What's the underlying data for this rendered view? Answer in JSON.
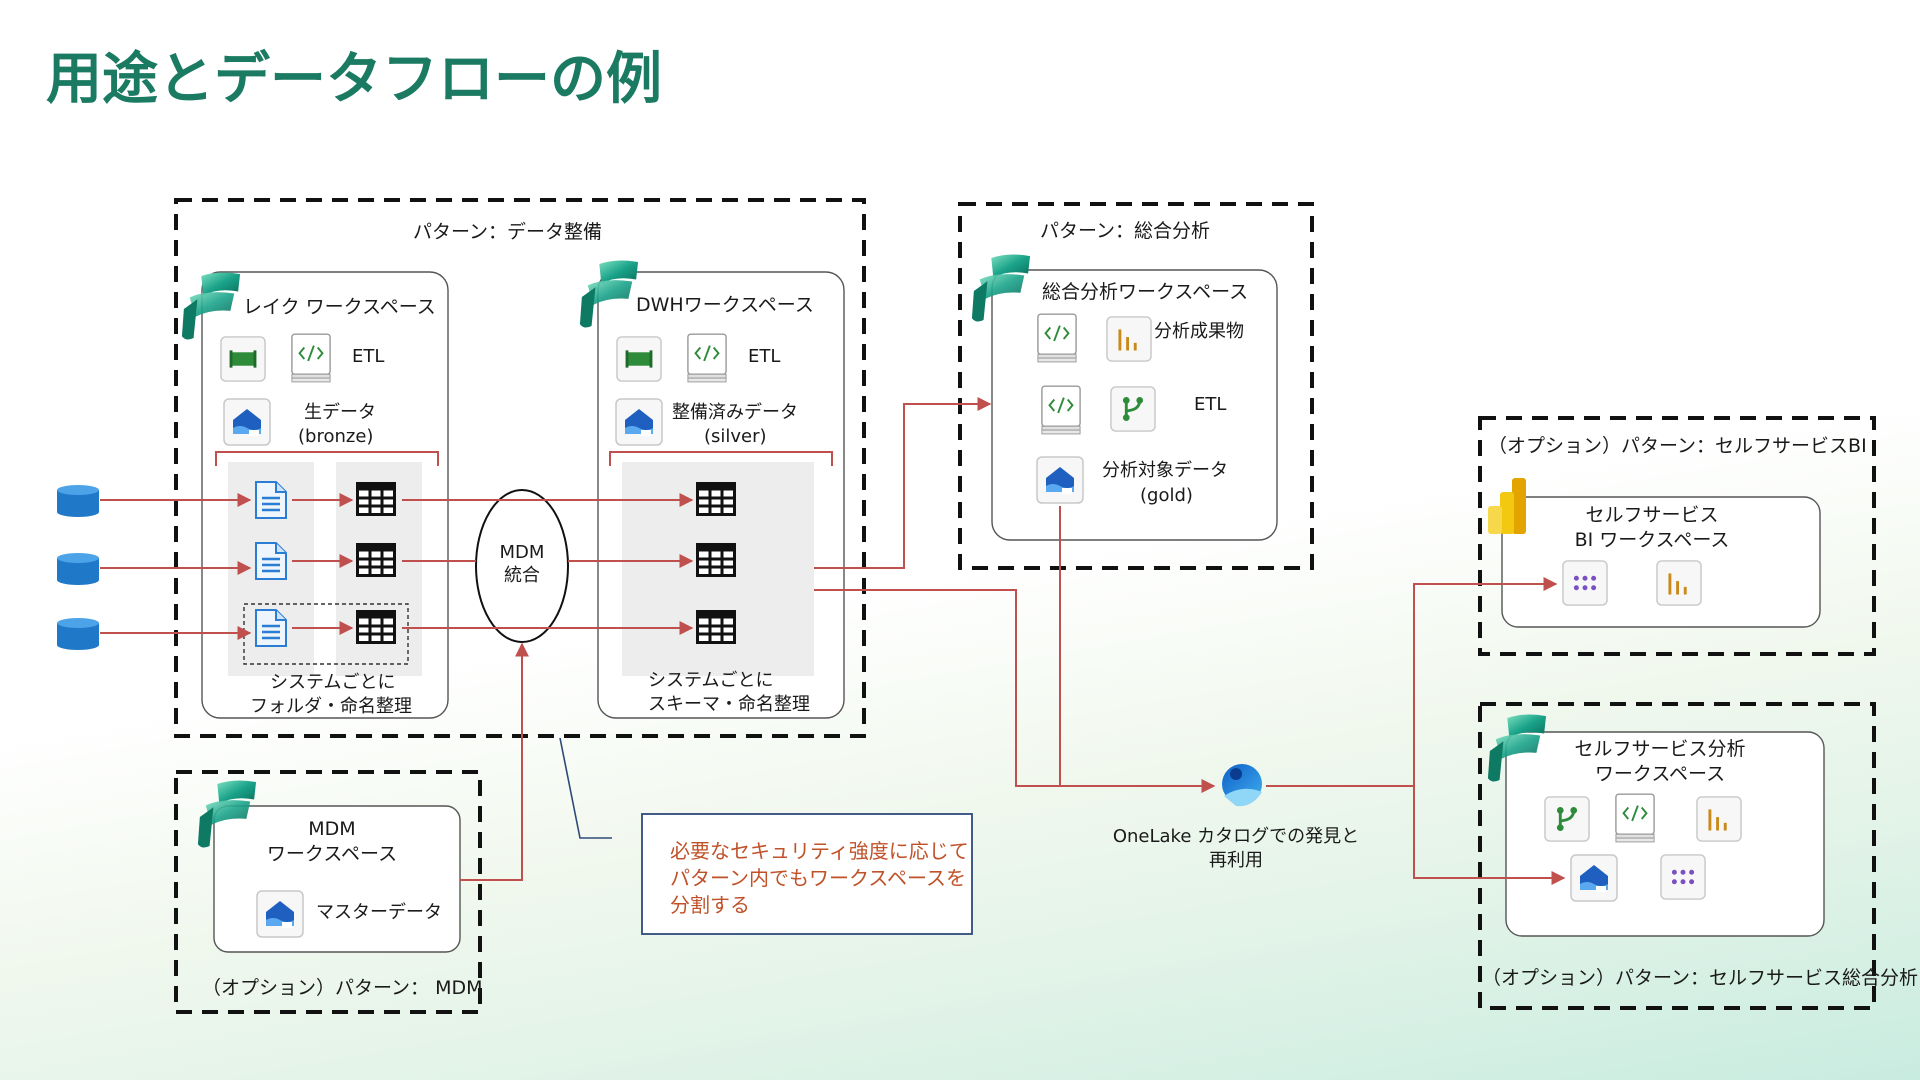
{
  "page": {
    "title": "用途とデータフローの例"
  },
  "patterns": {
    "data_prep": "パターン：データ整備",
    "integrated": "パターン：総合分析",
    "selfservice_bi": "（オプション）パターン：セルフサービスBI",
    "selfservice_analysis": "（オプション）パターン：セルフサービス総合分析",
    "mdm": "（オプション）パターン： MDM"
  },
  "lake_ws": {
    "title": "レイク ワークスペース",
    "etl": "ETL",
    "raw_line1": "生データ",
    "raw_line2": "(bronze)",
    "note_line1": "システムごとに",
    "note_line2": "フォルダ・命名整理"
  },
  "dwh_ws": {
    "title": "DWHワークスペース",
    "etl": "ETL",
    "prep_line1": "整備済みデータ",
    "prep_line2": "(silver)",
    "note_line1": "システムごとに",
    "note_line2": "スキーマ・命名整理"
  },
  "mdm_merge": {
    "line1": "MDM",
    "line2": "統合"
  },
  "analysis_ws": {
    "title": "総合分析ワークスペース",
    "artifacts": "分析成果物",
    "etl": "ETL",
    "target_line1": "分析対象データ",
    "target_line2": "(gold)"
  },
  "mdm_ws": {
    "title_line1": "MDM",
    "title_line2": "ワークスペース",
    "master": "マスターデータ"
  },
  "security_note": {
    "line1": "必要なセキュリティ強度に応じて",
    "line2": "パターン内でもワークスペースを",
    "line3": "分割する"
  },
  "onelake": {
    "line1": "OneLake カタログでの発見と",
    "line2": "再利用"
  },
  "ssbi_ws": {
    "title_line1": "セルフサービス",
    "title_line2": "BI ワークスペース"
  },
  "ssa_ws": {
    "title_line1": "セルフサービス分析",
    "title_line2": "ワークスペース"
  },
  "colors": {
    "title": "#1b7a62",
    "flow": "#c0504d",
    "note": "#c0522a",
    "note_border": "#2e4a7a",
    "database": "#1f78c8",
    "fabric": "#1aa38a",
    "powerbi": "#f2c811"
  },
  "icons": [
    "database-icon",
    "file-icon",
    "table-icon",
    "pipeline-icon",
    "notebook-icon",
    "lakehouse-icon",
    "report-icon",
    "dataflow-icon",
    "semantic-model-icon",
    "fabric-icon",
    "powerbi-icon",
    "onelake-icon"
  ]
}
